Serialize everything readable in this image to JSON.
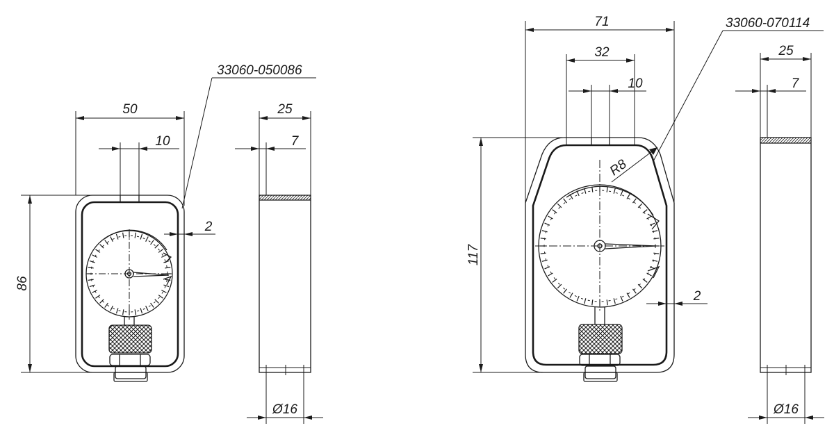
{
  "drawing": {
    "small": {
      "part_number": "33060-050086",
      "dim_width": "50",
      "dim_stem": "10",
      "dim_wall": "2",
      "dim_height": "86",
      "side": {
        "dim_depth": "25",
        "dim_offset": "7",
        "dim_diameter": "Ø16"
      }
    },
    "large": {
      "part_number": "33060-070114",
      "dim_width": "71",
      "dim_inner": "32",
      "dim_stem": "10",
      "dim_radius": "R8",
      "dim_wall": "2",
      "dim_height": "117",
      "side": {
        "dim_depth": "25",
        "dim_offset": "7",
        "dim_diameter": "Ø16"
      }
    }
  }
}
